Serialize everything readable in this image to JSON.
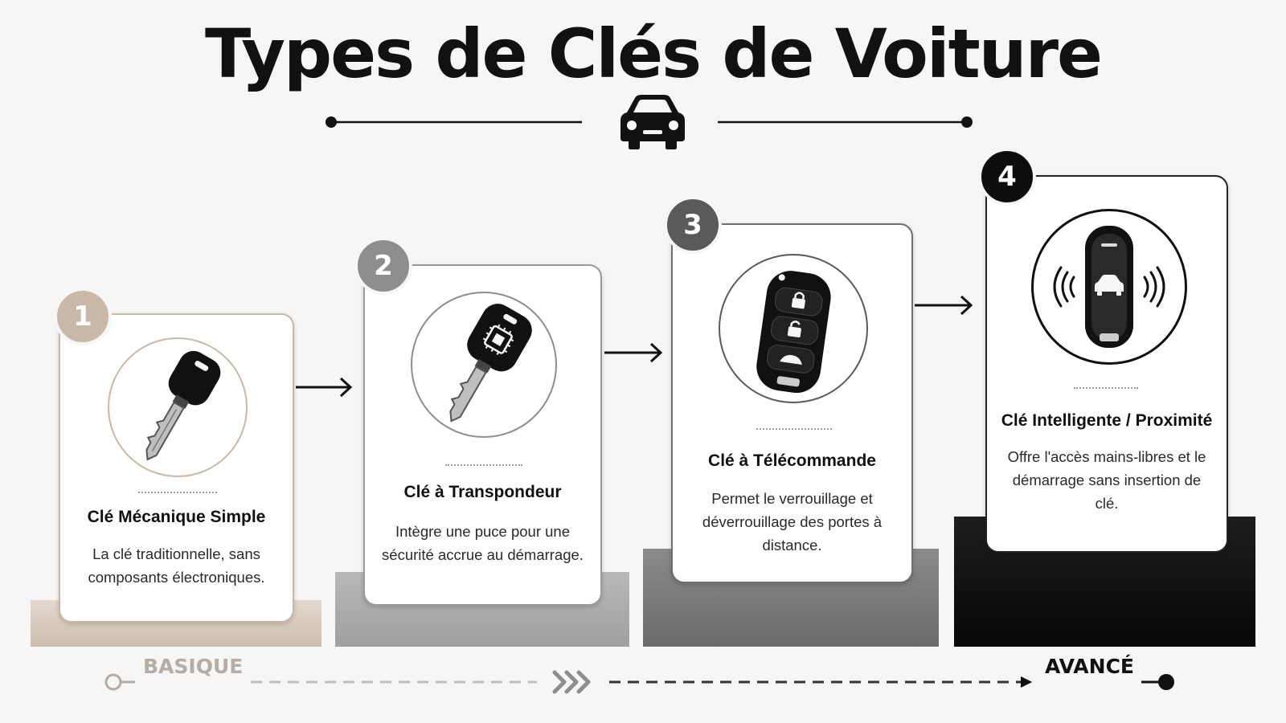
{
  "header": {
    "title": "Types de Clés de Voiture",
    "icon": "car-icon"
  },
  "colors": {
    "beige": "#c9b8a8",
    "light_gray": "#8e8e8e",
    "dark_gray": "#5a5a5a",
    "black": "#0d0d0d"
  },
  "steps": [
    {
      "number": "1",
      "title": "Clé Mécanique Simple",
      "description": "La clé traditionnelle, sans composants électroniques.",
      "icon": "mechanical-key-icon"
    },
    {
      "number": "2",
      "title": "Clé à Transpondeur",
      "description": "Intègre une puce pour une sécurité accrue au démarrage.",
      "icon": "transponder-key-icon"
    },
    {
      "number": "3",
      "title": "Clé à Télécommande",
      "description": "Permet le verrouillage et déverrouillage des portes à distance.",
      "icon": "remote-key-fob-icon"
    },
    {
      "number": "4",
      "title": "Clé Intelligente / Proximité",
      "description": "Offre l'accès mains-libres et le démarrage sans insertion de clé.",
      "icon": "smart-key-icon"
    }
  ],
  "scale": {
    "start_label": "BASIQUE",
    "end_label": "AVANCÉ"
  }
}
